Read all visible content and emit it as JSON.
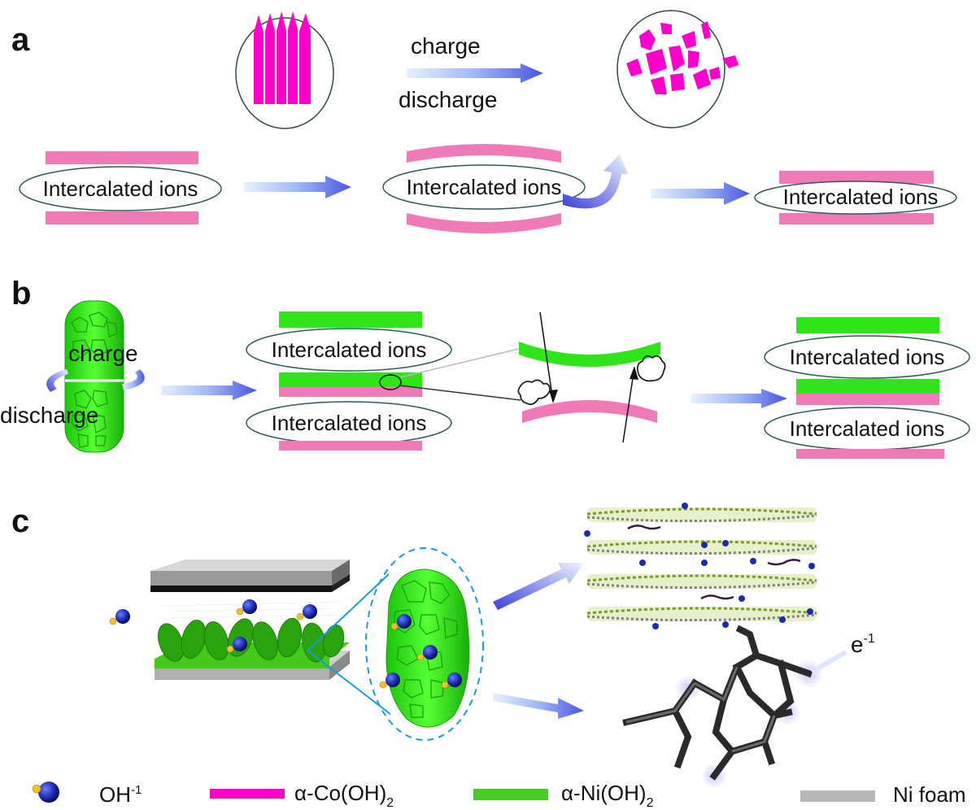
{
  "panels": {
    "a": {
      "letter": "a",
      "charge": "charge",
      "discharge": "discharge",
      "ion_label": "Intercalated ions"
    },
    "b": {
      "letter": "b",
      "charge": "charge",
      "discharge": "discharge",
      "ion_label": "Intercalated ions"
    },
    "c": {
      "letter": "c",
      "electron": "e",
      "electron_sup": "-1"
    }
  },
  "legend": [
    {
      "name": "oh",
      "label": "OH",
      "sup": "-1",
      "sub": "",
      "color": "#1a2bb0"
    },
    {
      "name": "co",
      "label": "α-Co(OH)",
      "sup": "",
      "sub": "2",
      "color": "#ff00cc"
    },
    {
      "name": "ni",
      "label": "α-Ni(OH)",
      "sup": "",
      "sub": "2",
      "color": "#44cc22"
    },
    {
      "name": "nifoam",
      "label": "Ni foam",
      "sup": "",
      "sub": "",
      "color": "#b8b8b8"
    }
  ],
  "colors": {
    "co_layer": "#f07ab8",
    "ni_layer": "#2ee51a",
    "magenta": "#ff00cc",
    "arrow": "#7b8ff0",
    "ellipse": "#2e5a5a"
  }
}
